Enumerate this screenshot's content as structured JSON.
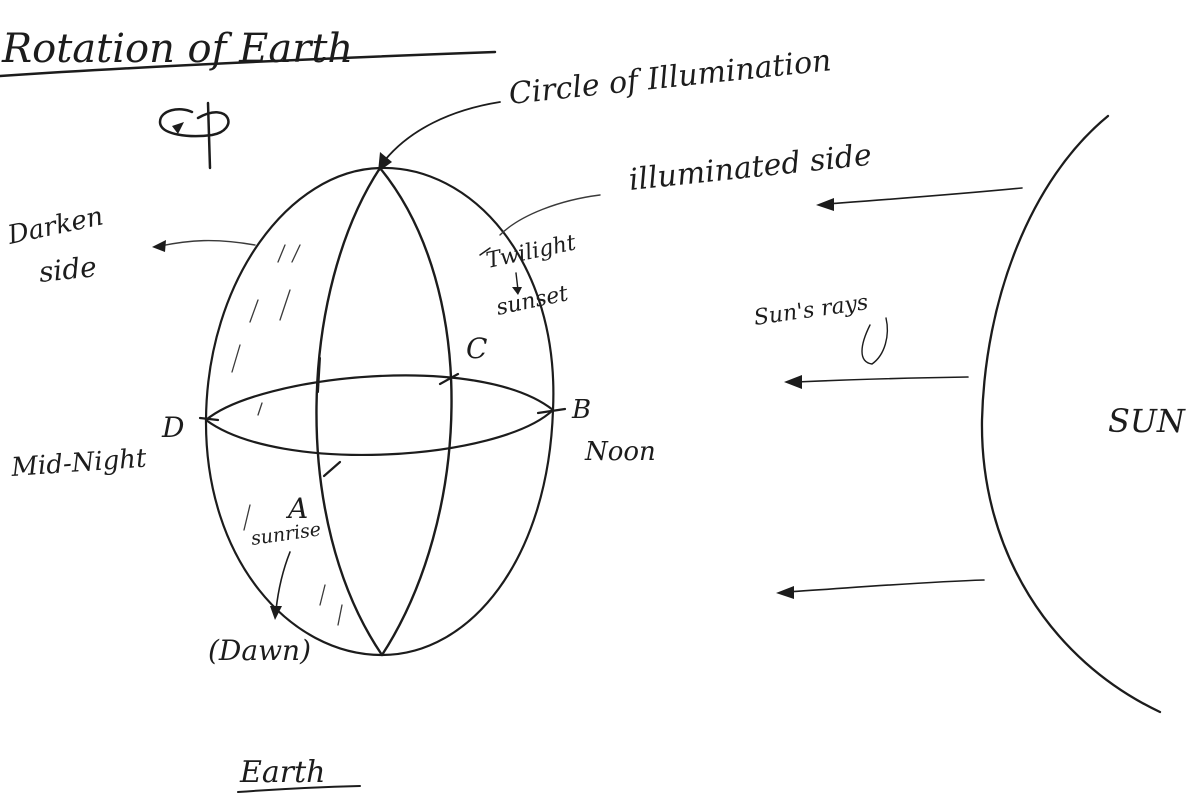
{
  "title": "Rotation of Earth",
  "labels": {
    "circle_of_illumination": "Circle of Illumination",
    "illuminated_side": "illuminated side",
    "darken_side_line1": "Darken",
    "darken_side_line2": "side",
    "twilight": "Twilight",
    "sunset": "sunset",
    "point_c": "C",
    "point_b": "B",
    "noon": "Noon",
    "point_d": "D",
    "mid_night": "Mid-Night",
    "point_a": "A",
    "sunrise": "sunrise",
    "dawn": "(Dawn)",
    "suns_rays": "Sun's rays",
    "sun": "SUN",
    "caption": "Earth"
  }
}
